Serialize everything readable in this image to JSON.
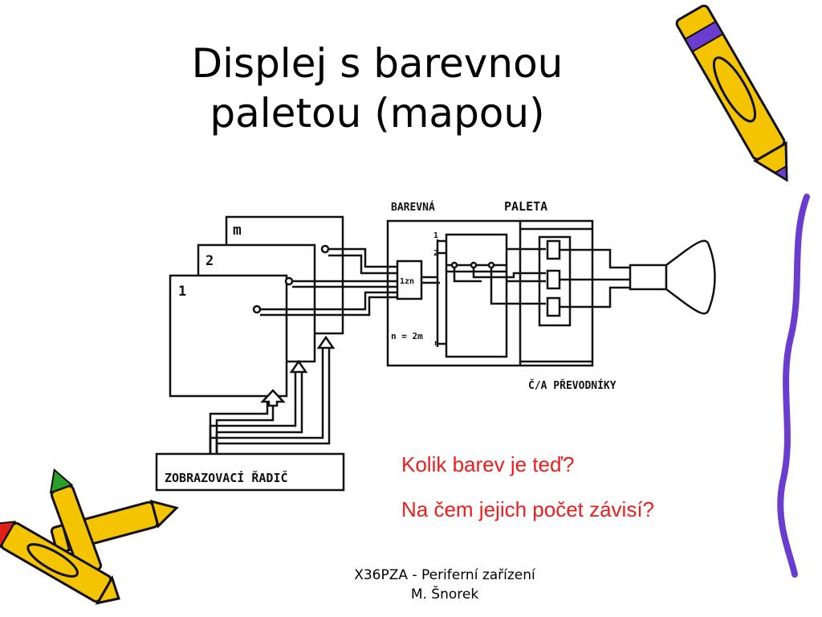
{
  "slide": {
    "title_line1": "Displej s barevnou",
    "title_line2": "paletou (mapou)"
  },
  "diagram": {
    "label_barevna": "BAREVNÁ",
    "label_paleta": "PALETA",
    "plane_m": "m",
    "plane_2": "2",
    "plane_1": "1",
    "mux_label": "1zn",
    "n_formula": "n = 2m",
    "row_1": "1",
    "row_2": "2",
    "row_n": "n",
    "dac_label": "Č/A PŘEVODNÍKY",
    "controller_label": "ZOBRAZOVACÍ ŘADIČ"
  },
  "questions": {
    "q1": "Kolik barev je teď?",
    "q2": "Na čem jejich počet  závisí?"
  },
  "footer": {
    "line1": "X36PZA - Periferní zařízení",
    "line2": "M. Šnorek"
  },
  "colors": {
    "question_red": "#ee1c1c",
    "crayon_yellow": "#f5c400",
    "crayon_purple": "#6a3ccf",
    "crayon_red": "#e0201a",
    "crayon_green": "#2aa02a"
  },
  "icons": [
    "crayon-icon",
    "crt-monitor-icon"
  ]
}
